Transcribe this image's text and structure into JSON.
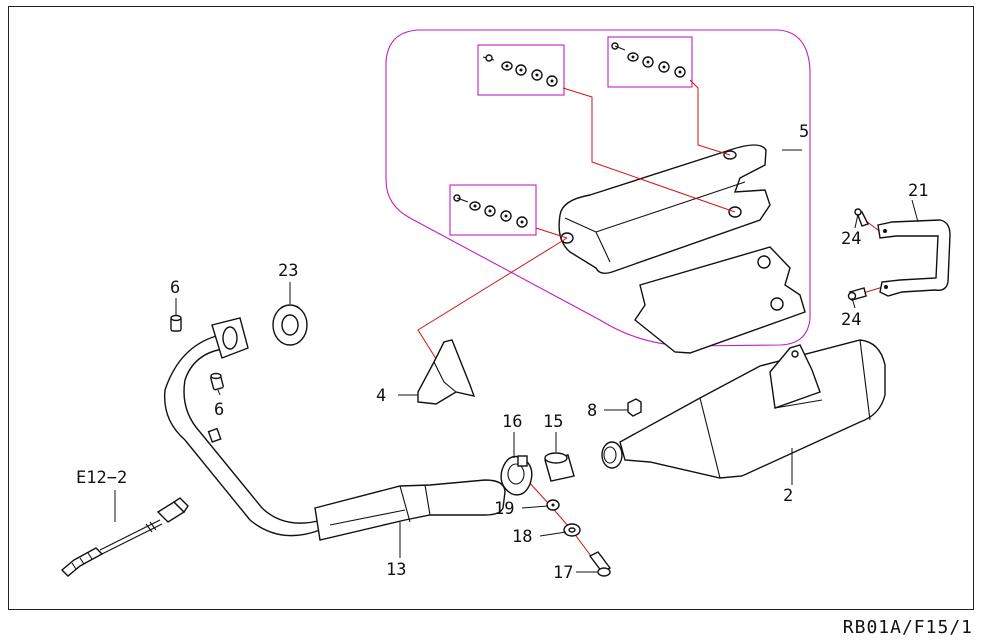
{
  "drawing_code": "RB01A/F15/1",
  "callouts": {
    "c2": "2",
    "c4": "4",
    "c5": "5",
    "c6a": "6",
    "c6b": "6",
    "c8": "8",
    "c13": "13",
    "c15": "15",
    "c16": "16",
    "c17": "17",
    "c18": "18",
    "c19": "19",
    "c21": "21",
    "c23": "23",
    "c24a": "24",
    "c24b": "24",
    "ce12": "E12−2"
  },
  "colors": {
    "outline": "#111111",
    "group_outline": "#c21ec2",
    "assembly_line": "#d21414"
  }
}
